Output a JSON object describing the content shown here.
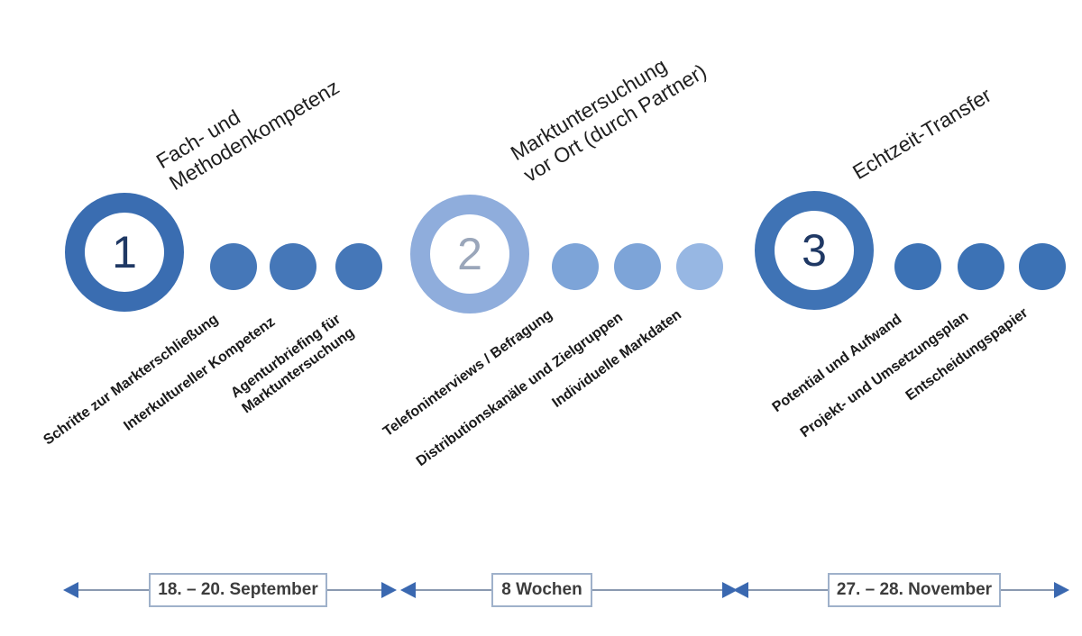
{
  "phases": [
    {
      "number": "1",
      "title_lines": [
        "Fach- und",
        "Methodenkompetenz"
      ],
      "deliverables": [
        {
          "lines": [
            "Schritte zur Markterschließung"
          ]
        },
        {
          "lines": [
            "Interkultureller Kompetenz"
          ]
        },
        {
          "lines": [
            "Agenturbriefing für",
            "Marktuntersuchung"
          ]
        }
      ]
    },
    {
      "number": "2",
      "title_lines": [
        "Marktuntersuchung",
        "vor Ort (durch Partner)"
      ],
      "deliverables": [
        {
          "lines": [
            "Telefoninterviews / Befragung"
          ]
        },
        {
          "lines": [
            "Distributionskanäle und Zielgruppen"
          ]
        },
        {
          "lines": [
            "Individuelle Markdaten"
          ]
        }
      ]
    },
    {
      "number": "3",
      "title_lines": [
        "Echtzeit-Transfer"
      ],
      "deliverables": [
        {
          "lines": [
            "Potential und Aufwand"
          ]
        },
        {
          "lines": [
            "Projekt- und Umsetzungsplan"
          ]
        },
        {
          "lines": [
            "Entscheidungspapier"
          ]
        }
      ]
    }
  ],
  "timeline": {
    "segments": [
      {
        "label": "18. – 20. September"
      },
      {
        "label": "8 Wochen"
      },
      {
        "label": "27. – 28. November"
      }
    ]
  },
  "colors": {
    "ring_phase1": "#3a6db1",
    "ring_phase2": "#8faddc",
    "ring_phase3": "#3f73b5",
    "number_dark": "#1f3864",
    "number_light": "#9aa6ba",
    "dots_phase1": "#4577b8",
    "dots_phase2": "#7da4d8",
    "dots_phase2_light": "#97b7e3",
    "dots_phase3": "#3c72b5",
    "arrow_line": "#8a99b0",
    "arrow_head": "#3a68b0",
    "date_box_border": "#9fb1ca",
    "date_text": "#3c3c3c"
  }
}
